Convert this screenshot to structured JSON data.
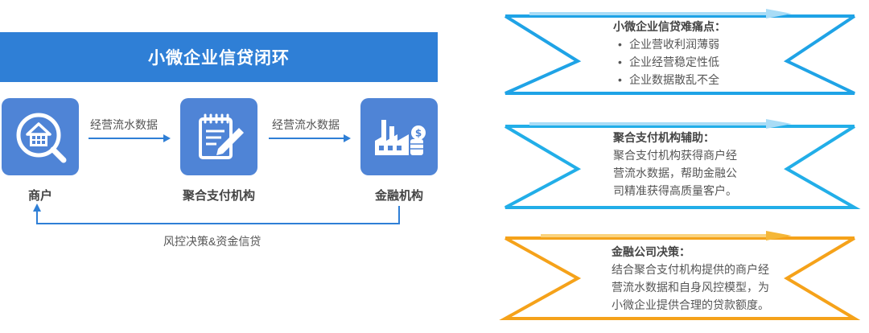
{
  "diagram": {
    "title": "小微企业信贷闭环",
    "nodes": {
      "merchant": "商户",
      "payment_org": "聚合支付机构",
      "finance_org": "金融机构"
    },
    "flows": {
      "merchant_to_payment": "经营流水数据",
      "payment_to_finance": "经营流水数据",
      "finance_to_merchant": "风控决策&资金信贷"
    }
  },
  "panels": {
    "pain_points": {
      "heading": "小微企业信贷难痛点：",
      "items": [
        "企业营收利润薄弱",
        "企业经营稳定性低",
        "企业数据散乱不全"
      ],
      "color": "#1fa3e6"
    },
    "payment_assist": {
      "heading": "聚合支付机构辅助：",
      "lines": [
        "聚合支付机构获得商户经",
        "营流水数据，帮助金融公",
        "司精准获得高质量客户。"
      ],
      "color": "#22aee8"
    },
    "finance_decision": {
      "heading": "金融公司决策：",
      "lines": [
        "结合聚合支付机构提供的商户经",
        "营流水数据和自身风控模型，为",
        "小微企业提供合理的贷款额度。"
      ],
      "color": "#f5a21a"
    }
  },
  "colors": {
    "title_bar": "#2f7fd6",
    "node_fill": "#4f84d6",
    "arrow": "#2f7fd6"
  }
}
